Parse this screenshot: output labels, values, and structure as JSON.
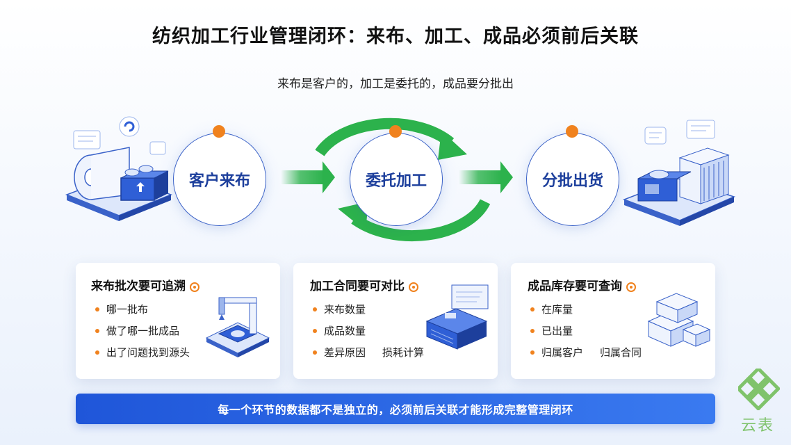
{
  "title": "纺织加工行业管理闭环：来布、加工、成品必须前后关联",
  "subtitle": "来布是客户的，加工是委托的，成品要分批出",
  "nodes": [
    {
      "label": "客户来布"
    },
    {
      "label": "委托加工"
    },
    {
      "label": "分批出货"
    }
  ],
  "cards": [
    {
      "title": "来布批次要可追溯",
      "items": [
        "哪一批布",
        "做了哪一批成品",
        "出了问题找到源头"
      ]
    },
    {
      "title": "加工合同要可对比",
      "items": [
        "来布数量",
        "成品数量",
        "差异原因"
      ],
      "extra": "损耗计算"
    },
    {
      "title": "成品库存要可查询",
      "items": [
        "在库量",
        "已出量",
        "归属客户"
      ],
      "extra": "归属合同"
    }
  ],
  "banner": "每一个环节的数据都不是独立的，必须前后关联才能形成完整管理闭环",
  "logo": {
    "text": "云表"
  },
  "colors": {
    "accent_orange": "#f0821e",
    "arrow_green": "#2cb24c",
    "circle_border": "#3d64c8",
    "banner_blue": "#1f56d9",
    "logo_green": "#7fc36b"
  }
}
